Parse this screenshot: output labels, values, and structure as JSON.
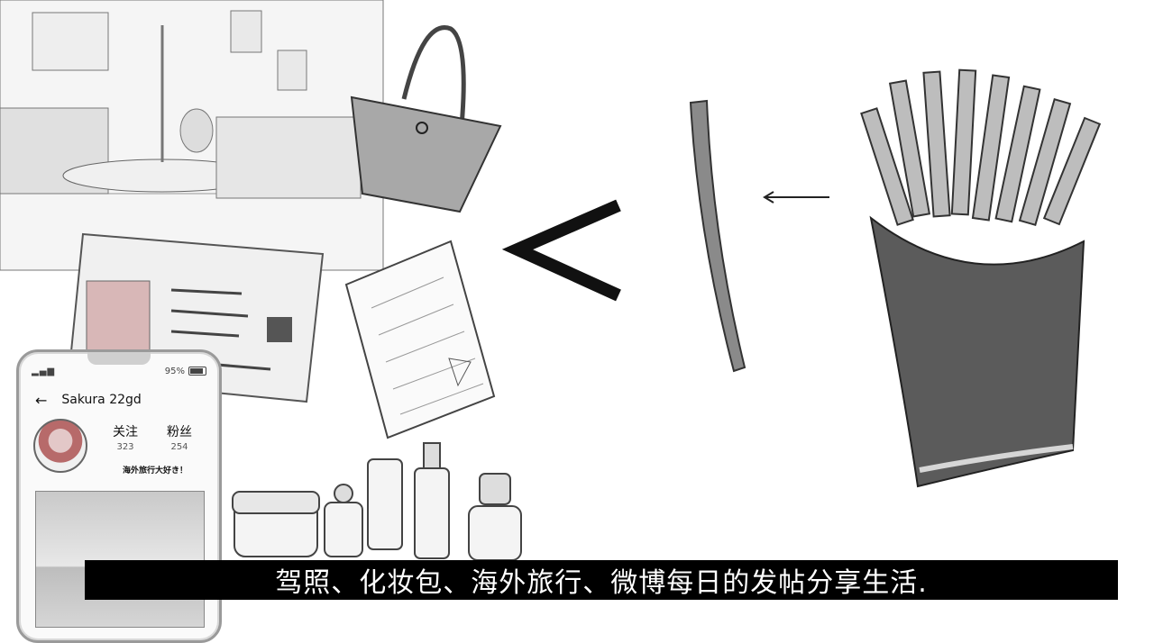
{
  "phone": {
    "signal": "▂▄▆",
    "battery": "95%",
    "back_arrow": "←",
    "username": "Sakura 22gd",
    "stats": [
      {
        "label": "关注",
        "value": "323"
      },
      {
        "label": "粉丝",
        "value": "254"
      }
    ],
    "bio": "海外旅行大好き！"
  },
  "subtitle": "驾照、化妆包、海外旅行、微博每日的发帖分享生活.",
  "colors": {
    "background": "#ffffff",
    "subtitle_bar": "#000000",
    "subtitle_text": "#ffffff"
  },
  "icons": [
    "less-than-symbol",
    "left-arrow-icon",
    "single-fry",
    "fries-carton",
    "handbag",
    "notebook",
    "id-card",
    "cosmetics"
  ]
}
